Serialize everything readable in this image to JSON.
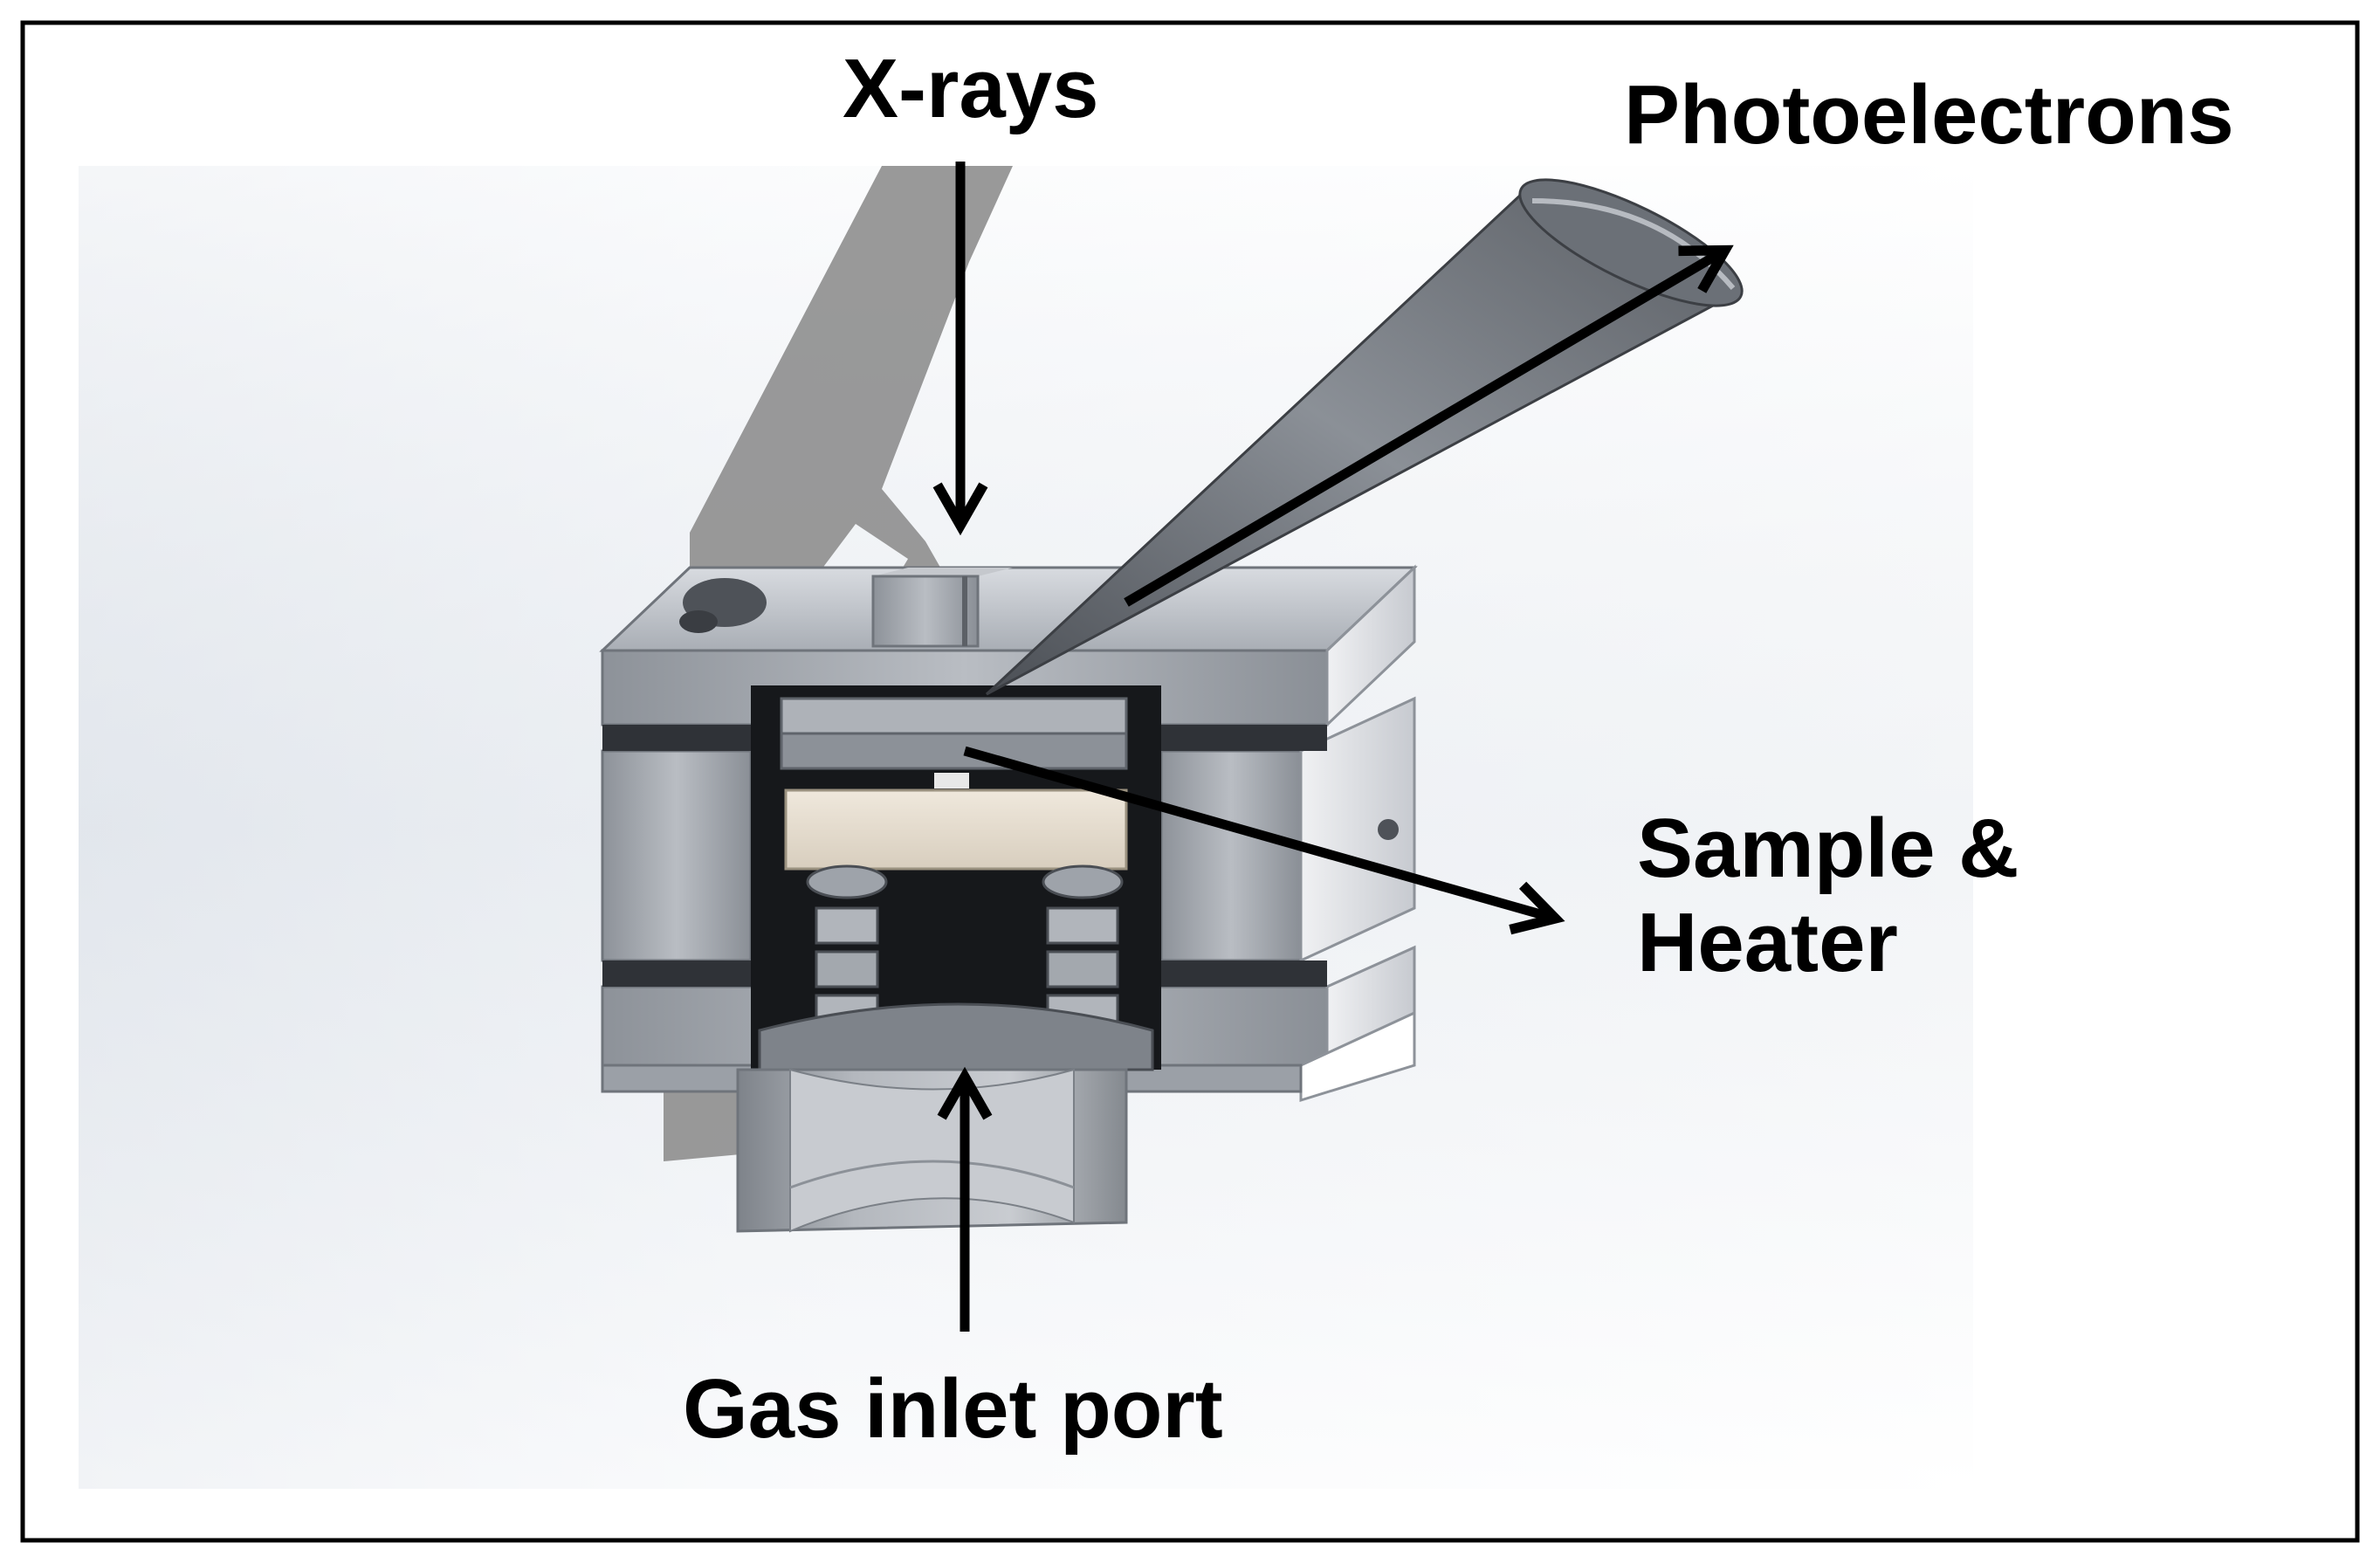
{
  "labels": {
    "xrays": "X-rays",
    "photoelectrons": "Photoelectrons",
    "sample_line1": "Sample &",
    "sample_line2": "Heater",
    "gas_inlet": "Gas inlet port"
  },
  "colors": {
    "frame": "#000000",
    "metal_light": "#d3d6db",
    "metal_mid": "#9ea3aa",
    "metal_dark": "#5f646b",
    "shadow": "#8c8c8c",
    "heater": "#e6ddd0",
    "arrow": "#000000"
  }
}
